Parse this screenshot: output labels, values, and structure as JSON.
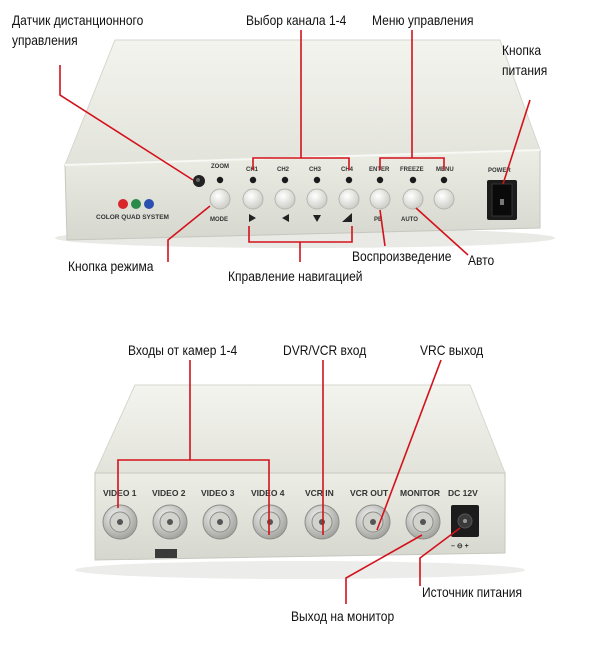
{
  "front_panel": {
    "labels": {
      "zoom": "ZOOM",
      "ch1": "CH1",
      "ch2": "CH2",
      "ch3": "CH3",
      "ch4": "CH4",
      "enter": "ENTER",
      "freeze": "FREEZE",
      "menu": "MENU",
      "mode": "MODE",
      "pb": "PB",
      "auto": "AUTO",
      "power": "POWER",
      "brand": "COLOR QUAD SYSTEM"
    },
    "annotations": {
      "remote_sensor": "Датчик дистанционного управления",
      "channel_select": "Выбор канала 1-4",
      "menu_control": "Меню управления",
      "power_button": "Кнопка питания",
      "mode_button": "Кнопка режима",
      "navigation": "Кправление навигацией",
      "playback": "Воспроизведение",
      "auto": "Авто"
    },
    "indicator_colors": [
      "#d8262b",
      "#2a8a4a",
      "#2a4fb0"
    ]
  },
  "rear_panel": {
    "labels": {
      "video1": "VIDEO 1",
      "video2": "VIDEO 2",
      "video3": "VIDEO 3",
      "video4": "VIDEO 4",
      "vcr_in": "VCR IN",
      "vcr_out": "VCR OUT",
      "monitor": "MONITOR",
      "dc": "DC 12V"
    },
    "annotations": {
      "camera_inputs": "Входы от камер 1-4",
      "dvr_vcr_in": "DVR/VCR вход",
      "vrc_out": "VRC выход",
      "power_source": "Источник питания",
      "monitor_out": "Выход на монитор"
    }
  },
  "colors": {
    "leader_line": "#d3121b",
    "device_body": "#e7e8e0",
    "device_shadow": "#b9bab2"
  }
}
